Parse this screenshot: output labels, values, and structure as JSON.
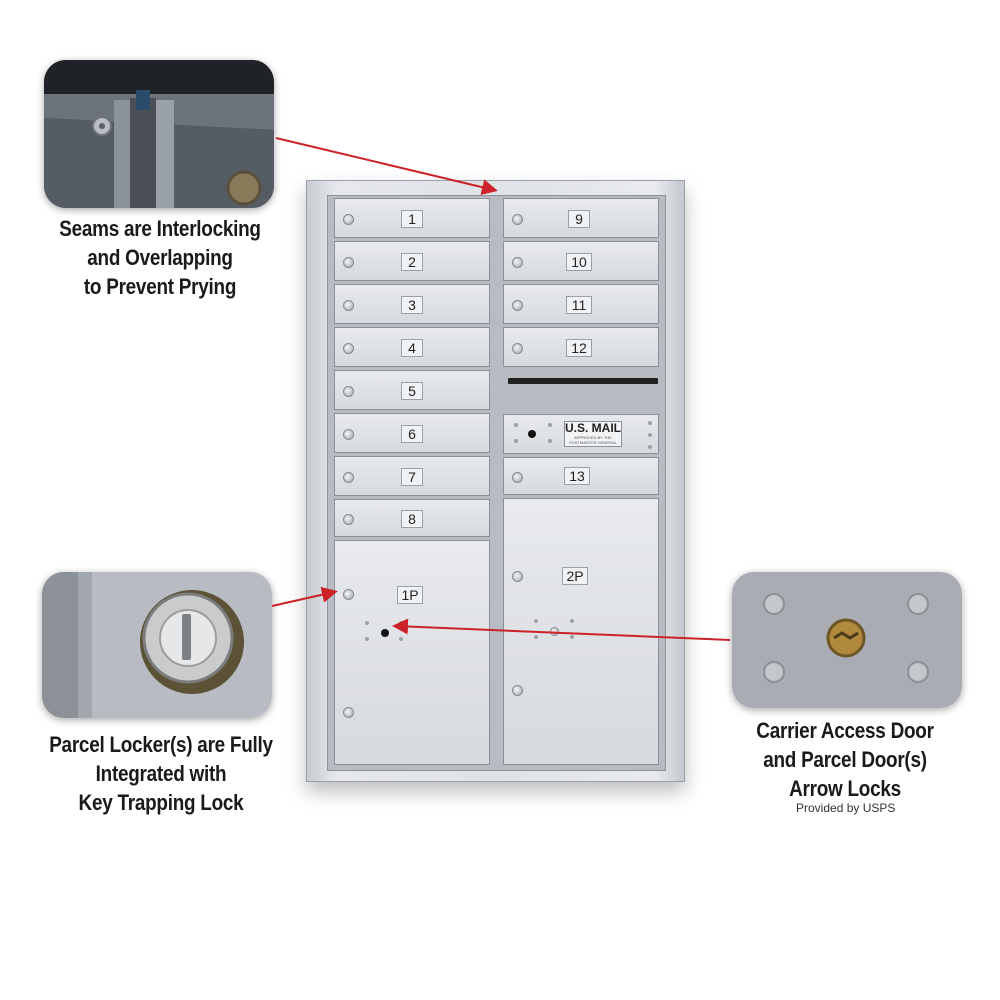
{
  "callouts": {
    "seams": {
      "lines": [
        "Seams are Interlocking",
        "and Overlapping",
        "to Prevent Prying"
      ]
    },
    "parcel": {
      "lines": [
        "Parcel Locker(s) are Fully",
        "Integrated with",
        "Key Trapping Lock"
      ]
    },
    "carrier": {
      "lines": [
        "Carrier Access Door",
        "and Parcel Door(s)",
        "Arrow Locks"
      ],
      "note": "Provided by USPS"
    }
  },
  "mailbox": {
    "left_doors": [
      "1",
      "2",
      "3",
      "4",
      "5",
      "6",
      "7",
      "8"
    ],
    "right_doors": [
      "9",
      "10",
      "11",
      "12"
    ],
    "outgoing": {
      "title": "U.S. MAIL",
      "subtitle": "APPROVED BY THE POSTMASTER GENERAL"
    },
    "door_13": "13",
    "parcel_lockers": [
      "1P",
      "2P"
    ]
  },
  "colors": {
    "arrow": "#cc2229",
    "finish": "#dfe2e6"
  }
}
